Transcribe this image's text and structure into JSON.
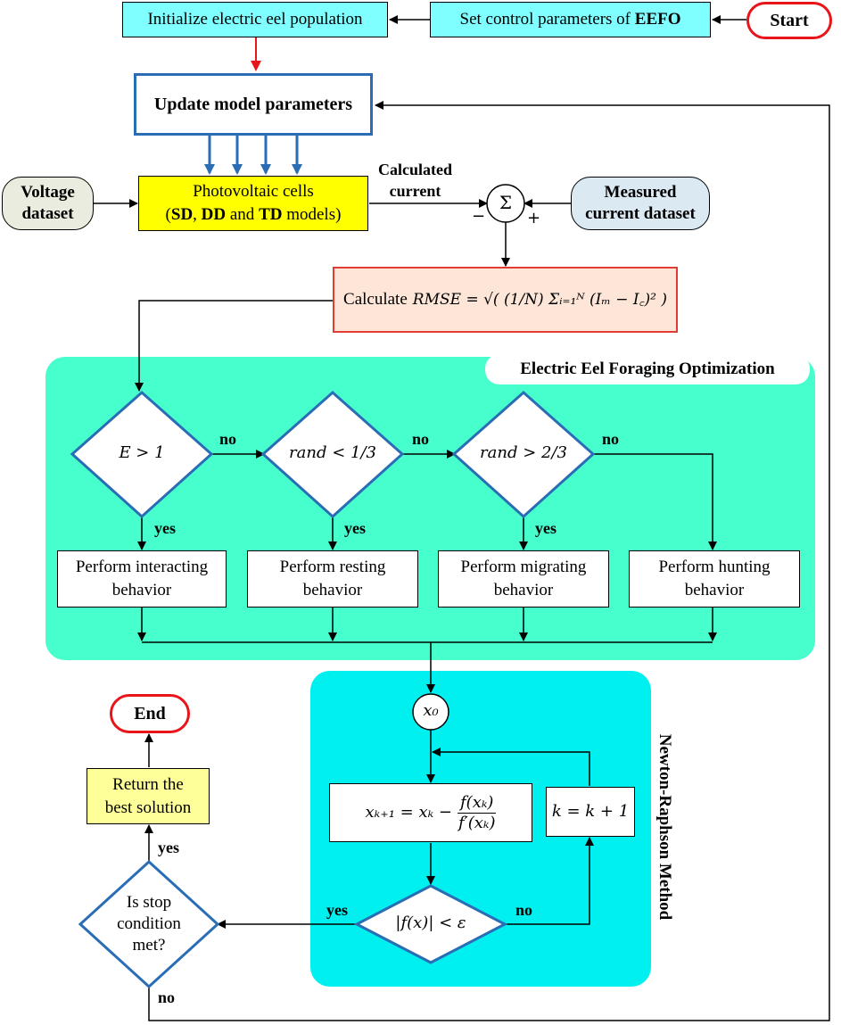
{
  "colors": {
    "eefo_panel": "#47ffcc",
    "newton_panel": "#00f0f0",
    "diamond_border": "#2a6db5",
    "blue_arrows": "#2a6db5",
    "start_end_border": "#e8151b",
    "red_arrow": "#e8151b",
    "yellow_box": "#ffff00",
    "light_yellow_box": "#ffff99",
    "rmse_border": "#e03c31",
    "voltage_bg": "#e9ecdf",
    "measured_bg": "#dbe9f3"
  },
  "nodes": {
    "start": "Start",
    "set_params_text": "Set control parameters of",
    "set_params_bold": "EEFO",
    "init_population": "Initialize electric eel population",
    "update_params": "Update model parameters",
    "voltage_dataset": [
      "Voltage",
      "dataset"
    ],
    "pv_cells_line1": "Photovoltaic cells",
    "pv_cells_line2": {
      "open": "(",
      "sd": "SD",
      "sep1": ", ",
      "dd": "DD",
      "sep2": " and ",
      "td": "TD",
      "close": " models)"
    },
    "calculated_current": [
      "Calculated",
      "current"
    ],
    "sum_symbol": "Σ",
    "minus": "−",
    "plus": "+",
    "measured_dataset": [
      "Measured",
      "current dataset"
    ],
    "rmse_label": "Calculate",
    "rmse_formula": "RMSE = √( (1/N) Σᵢ₌₁ᴺ (Iₘ − I꜀)² )",
    "eefo_title": "Electric Eel Foraging Optimization",
    "diamond1": "E > 1",
    "diamond2": "rand < 1/3",
    "diamond3": "rand > 2/3",
    "behaviors": [
      [
        "Perform interacting",
        "behavior"
      ],
      [
        "Perform resting",
        "behavior"
      ],
      [
        "Perform migrating",
        "behavior"
      ],
      [
        "Perform hunting",
        "behavior"
      ]
    ],
    "newton_title": "Newton-Raphson Method",
    "x0": "x₀",
    "nr_formula_lhs": "xₖ₊₁ = xₖ −",
    "nr_formula_num": "f(xₖ)",
    "nr_formula_den": "f′(xₖ)",
    "increment": "k = k + 1",
    "convergence": "|f(x)| < ε",
    "stop_condition": [
      "Is stop",
      "condition",
      "met?"
    ],
    "return_best": [
      "Return the",
      "best solution"
    ],
    "end": "End"
  },
  "edge_labels": {
    "yes": "yes",
    "no": "no"
  }
}
